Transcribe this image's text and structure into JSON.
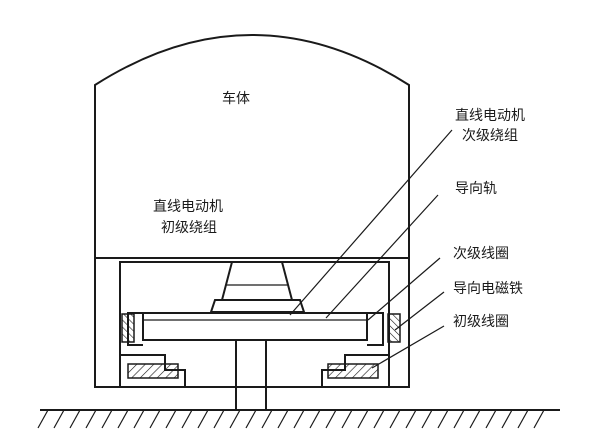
{
  "labels": {
    "vehicle_body": "车体",
    "primary_winding_line1": "直线电动机",
    "primary_winding_line2": "初级绕组",
    "secondary_winding_line1": "直线电动机",
    "secondary_winding_line2": "次级绕组",
    "guide_rail": "导向轨",
    "secondary_coil": "次级线圈",
    "guide_magnet": "导向电磁铁",
    "primary_coil": "初级线圈"
  }
}
